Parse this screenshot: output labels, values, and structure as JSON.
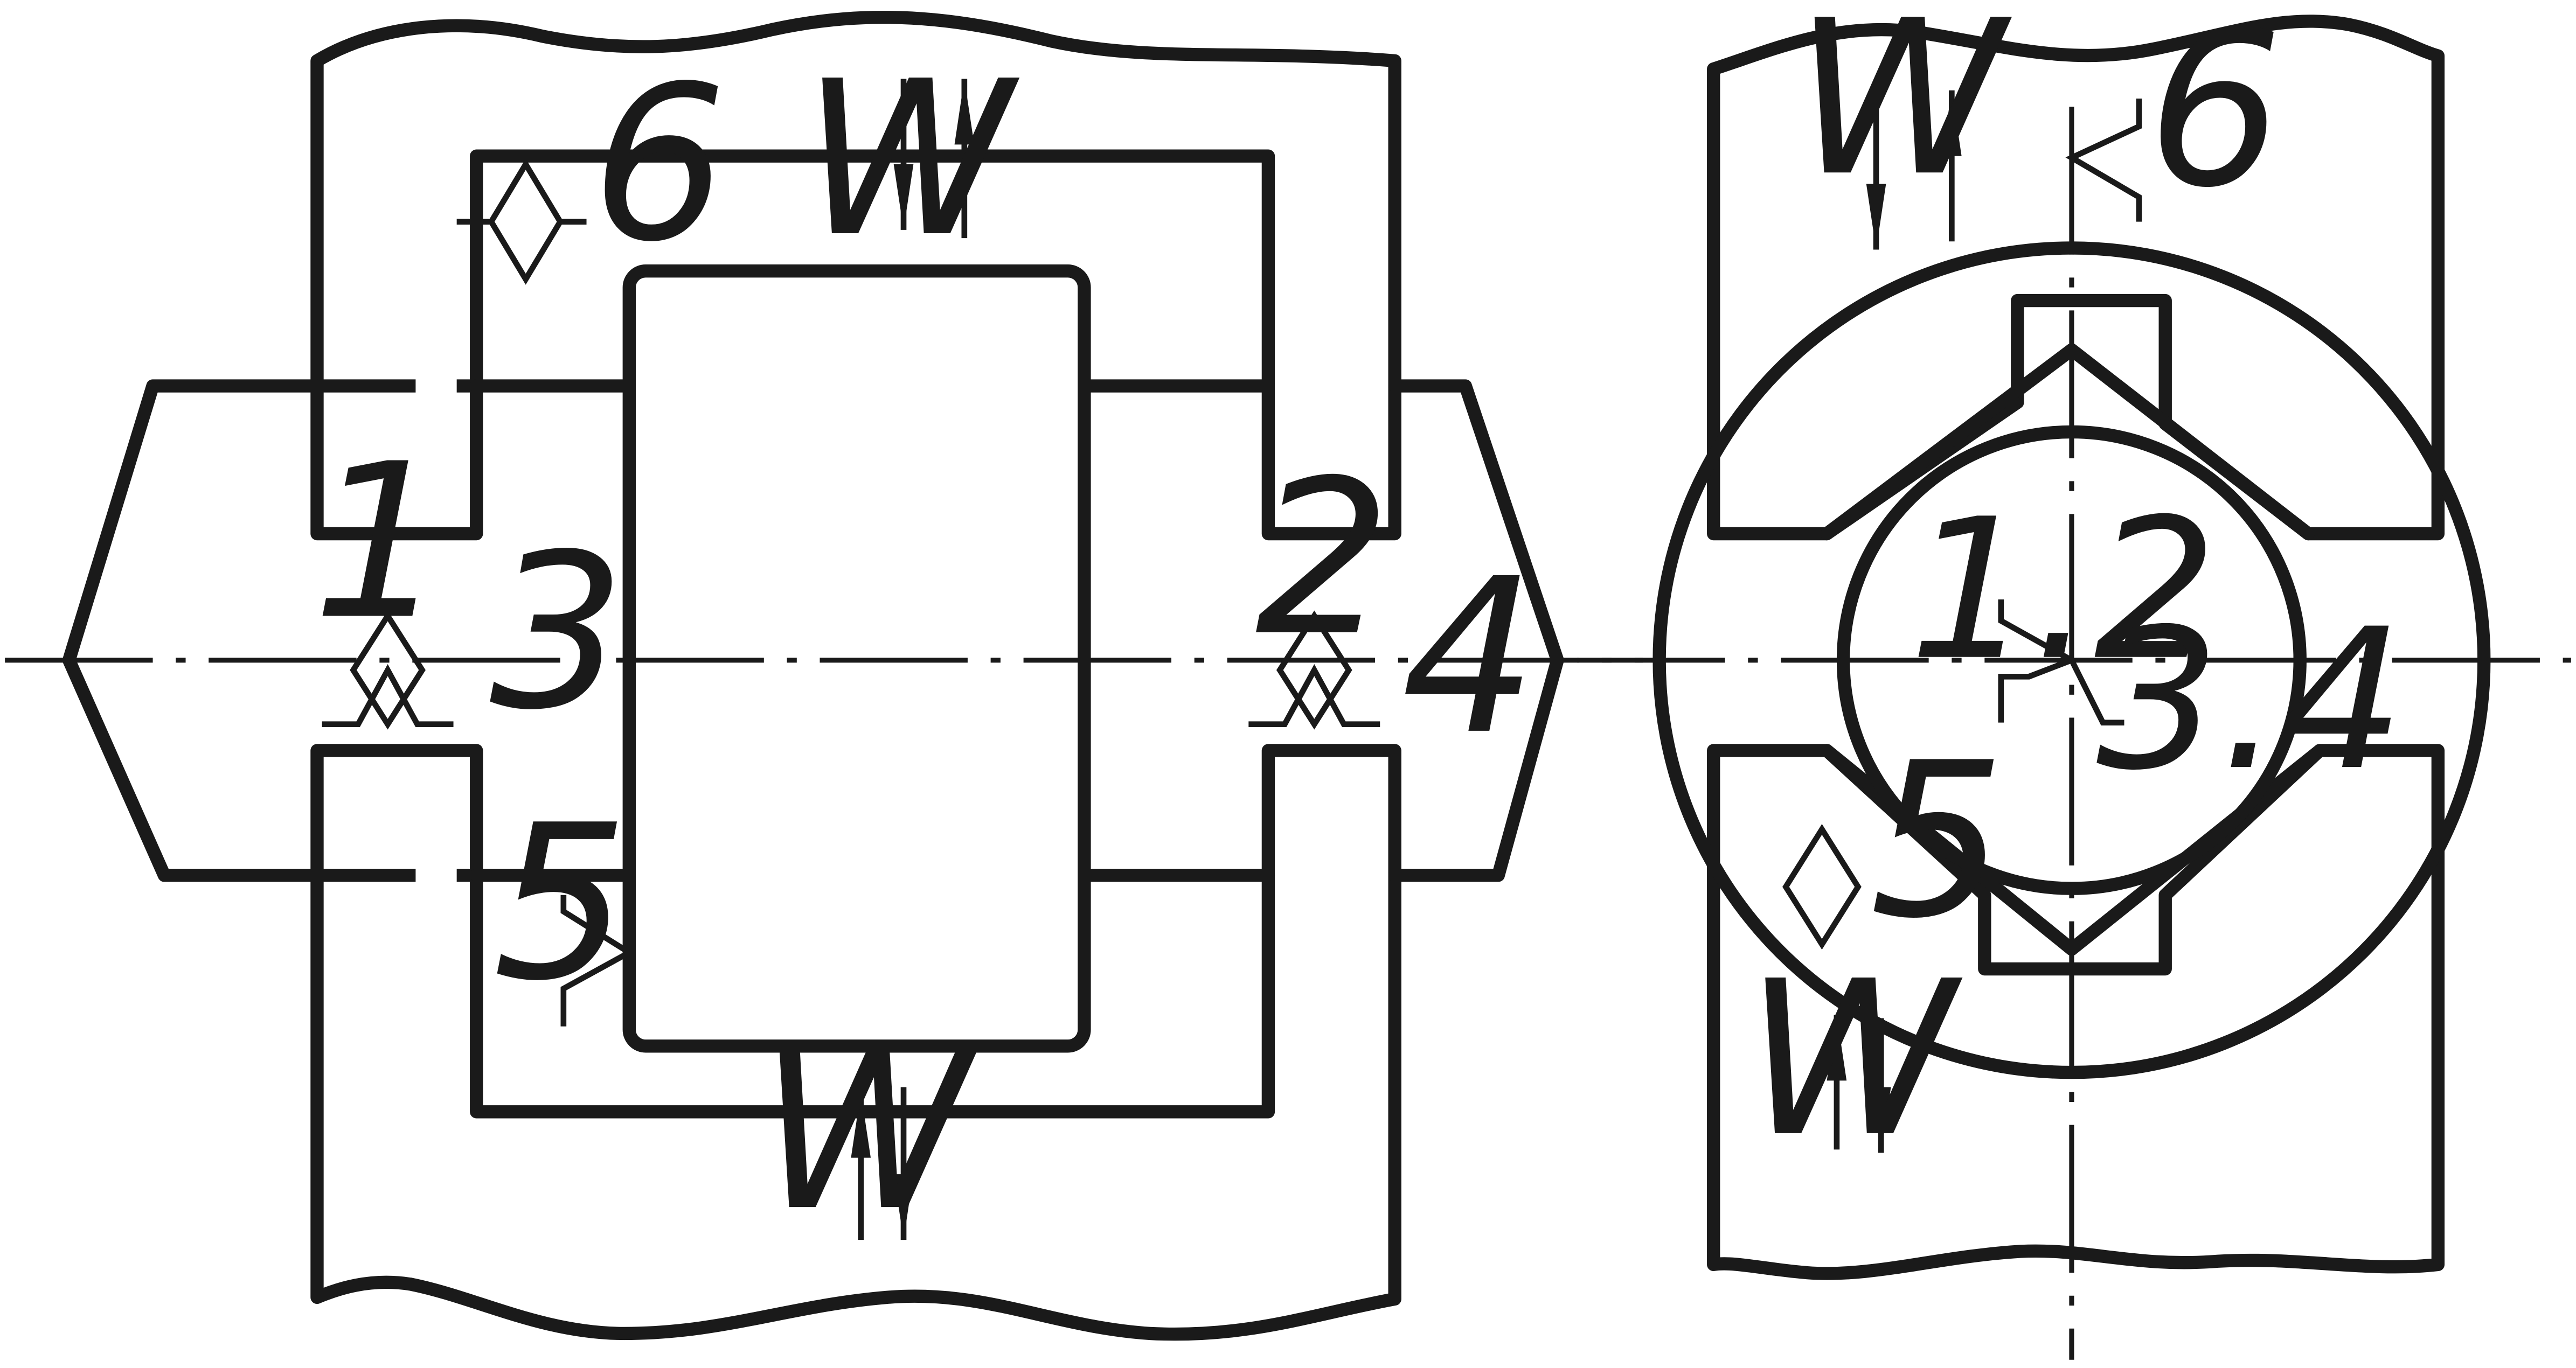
{
  "labels": {
    "left": {
      "force": "W",
      "force_bottom": "W",
      "point_1": "1",
      "point_2": "2",
      "point_3": "3",
      "point_4": "4",
      "point_5": "5",
      "point_6": "6"
    },
    "right": {
      "force_top": "W",
      "force_bottom": "W",
      "point_6": "6",
      "point_5": "5",
      "point_12": "1.2",
      "point_34": "3.4"
    }
  },
  "symbols": [
    "support-symbol",
    "clamp-symbol",
    "centering-symbol"
  ]
}
